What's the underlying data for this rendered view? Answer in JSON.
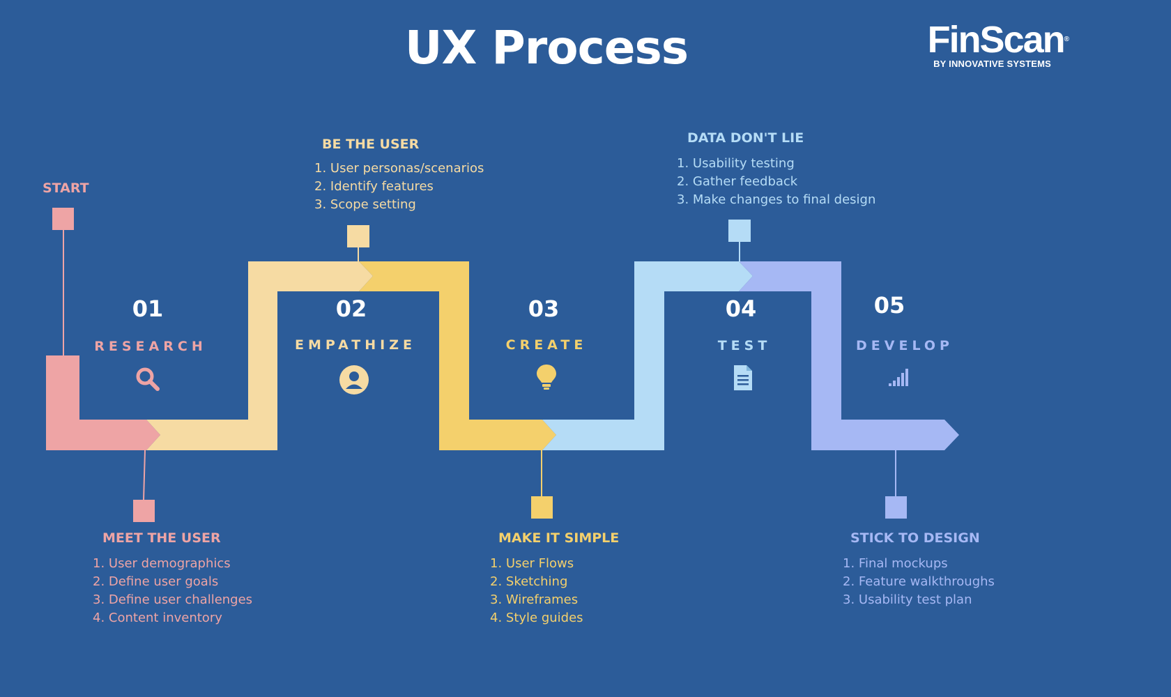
{
  "title": "UX Process",
  "logo": {
    "name": "FinScan",
    "mark": "®",
    "tagline": "BY INNOVATIVE SYSTEMS"
  },
  "start_label": "START",
  "colors": {
    "background": "#2c5c99",
    "research": "#eea4a5",
    "empathize": "#f6dba3",
    "create": "#f4d06c",
    "test": "#b5dcf6",
    "develop": "#a6b8f4"
  },
  "steps": [
    {
      "number": "01",
      "phase": "RESEARCH",
      "icon": "magnifier-icon",
      "heading": "MEET THE USER",
      "items": [
        "1. User demographics",
        "2. Define user goals",
        "3. Define user challenges",
        "4. Content inventory"
      ]
    },
    {
      "number": "02",
      "phase": "EMPATHIZE",
      "icon": "user-avatar-icon",
      "heading": "BE THE USER",
      "items": [
        "1. User personas/scenarios",
        "2. Identify features",
        "3. Scope setting"
      ]
    },
    {
      "number": "03",
      "phase": "CREATE",
      "icon": "lightbulb-icon",
      "heading": "MAKE IT SIMPLE",
      "items": [
        "1. User Flows",
        "2. Sketching",
        "3. Wireframes",
        "4. Style guides"
      ]
    },
    {
      "number": "04",
      "phase": "TEST",
      "icon": "document-icon",
      "heading": "DATA DON'T LIE",
      "items": [
        "1. Usability testing",
        "2. Gather feedback",
        "3. Make changes to final design"
      ]
    },
    {
      "number": "05",
      "phase": "DEVELOP",
      "icon": "signal-bars-icon",
      "heading": "STICK TO DESIGN",
      "items": [
        "1. Final mockups",
        "2. Feature walkthroughs",
        "3. Usability test plan"
      ]
    }
  ]
}
